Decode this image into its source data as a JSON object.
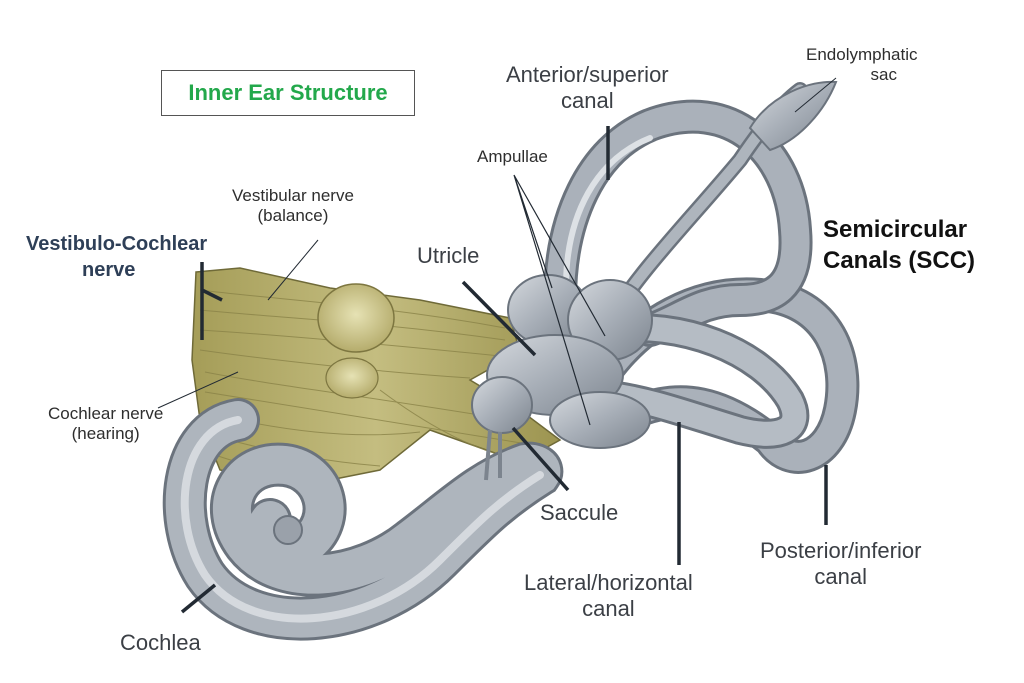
{
  "title": "Inner Ear Structure",
  "colors": {
    "title": "#23a84b",
    "nerve_heading": "#2e3f57",
    "bone": "#a9b0b9",
    "bone_dark": "#6f7680",
    "bone_light": "#d7dbe0",
    "nerve": "#b8b070",
    "nerve_dark": "#7d7640",
    "leader": "#222a33"
  },
  "labels": {
    "vestibulo_cochlear": [
      "Vestibulo-Cochlear",
      "nerve"
    ],
    "vestibular_nerve": [
      "Vestibular nerve",
      "(balance)"
    ],
    "cochlear_nerve": [
      "Cochlear nerve",
      "(hearing)"
    ],
    "cochlea": "Cochlea",
    "utricle": "Utricle",
    "saccule": "Saccule",
    "ampullae": "Ampullae",
    "anterior_canal": [
      "Anterior/superior",
      "canal"
    ],
    "endolymphatic_sac": [
      "Endolymphatic",
      "sac"
    ],
    "semicircular_canals": [
      "Semicircular",
      "Canals (SCC)"
    ],
    "posterior_canal": [
      "Posterior/inferior",
      "canal"
    ],
    "lateral_canal": [
      "Lateral/horizontal",
      "canal"
    ]
  }
}
